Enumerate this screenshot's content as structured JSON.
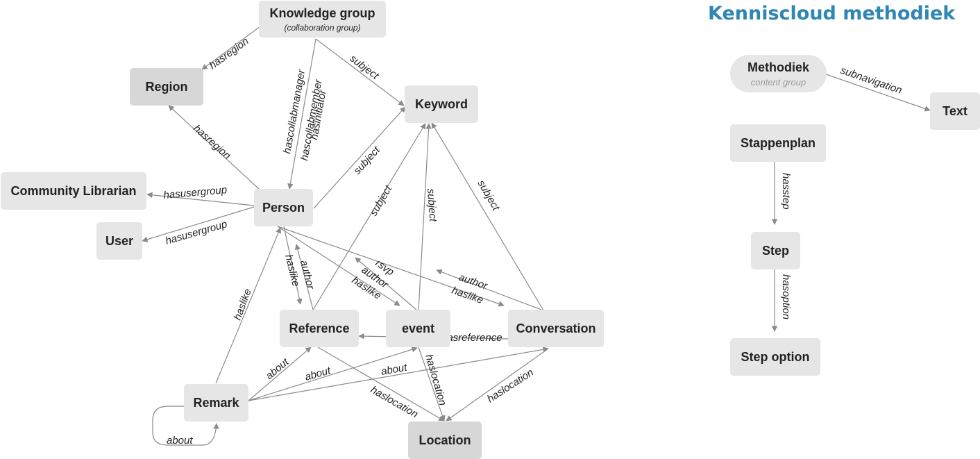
{
  "title": "Kenniscloud methodiek",
  "nodes": {
    "knowledge_group": {
      "label": "Knowledge group",
      "sub": "(collaboration group)"
    },
    "region": {
      "label": "Region"
    },
    "keyword": {
      "label": "Keyword"
    },
    "community_librarian": {
      "label": "Community Librarian"
    },
    "person": {
      "label": "Person"
    },
    "user": {
      "label": "User"
    },
    "reference": {
      "label": "Reference"
    },
    "event": {
      "label": "event"
    },
    "conversation": {
      "label": "Conversation"
    },
    "remark": {
      "label": "Remark"
    },
    "location": {
      "label": "Location"
    },
    "methodiek": {
      "label": "Methodiek",
      "sub": "content group"
    },
    "text": {
      "label": "Text"
    },
    "stappenplan": {
      "label": "Stappenplan"
    },
    "step": {
      "label": "Step"
    },
    "step_option": {
      "label": "Step option"
    }
  },
  "edges": {
    "kg_hasregion": "hasregion",
    "kg_subject": "subject",
    "kg_hascollabmanager": "hascollabmanager",
    "kg_hascollabmember": "hascollabmember",
    "kg_hasinitiator": "hasinitiator",
    "person_hasregion": "hasregion",
    "person_subject": "subject",
    "person_hasusergroup_cl": "hasusergroup",
    "person_hasusergroup_user": "hasusergroup",
    "reference_subject": "subject",
    "event_subject": "subject",
    "conversation_subject": "subject",
    "ref_haslike": "haslike",
    "ref_author": "author",
    "event_rsvp": "rsvp",
    "event_author": "author",
    "event_haslike": "haslike",
    "conv_author": "author",
    "conv_haslike": "haslike",
    "conv_hasreference": "hasreference",
    "remark_haslike": "haslike",
    "remark_about_ref": "about",
    "remark_about_event": "about",
    "remark_about_conv": "about",
    "remark_about_self": "about",
    "ref_haslocation": "haslocation",
    "event_haslocation": "haslocation",
    "conv_haslocation": "haslocation",
    "meth_subnavigation": "subnavigation",
    "stap_hasstep": "hasstep",
    "step_hasoption": "hasoption"
  },
  "colors": {
    "title": "#2f86b3",
    "node": "#e6e6e6",
    "node_dark": "#d7d7d7",
    "edge": "#8a8a8a"
  }
}
